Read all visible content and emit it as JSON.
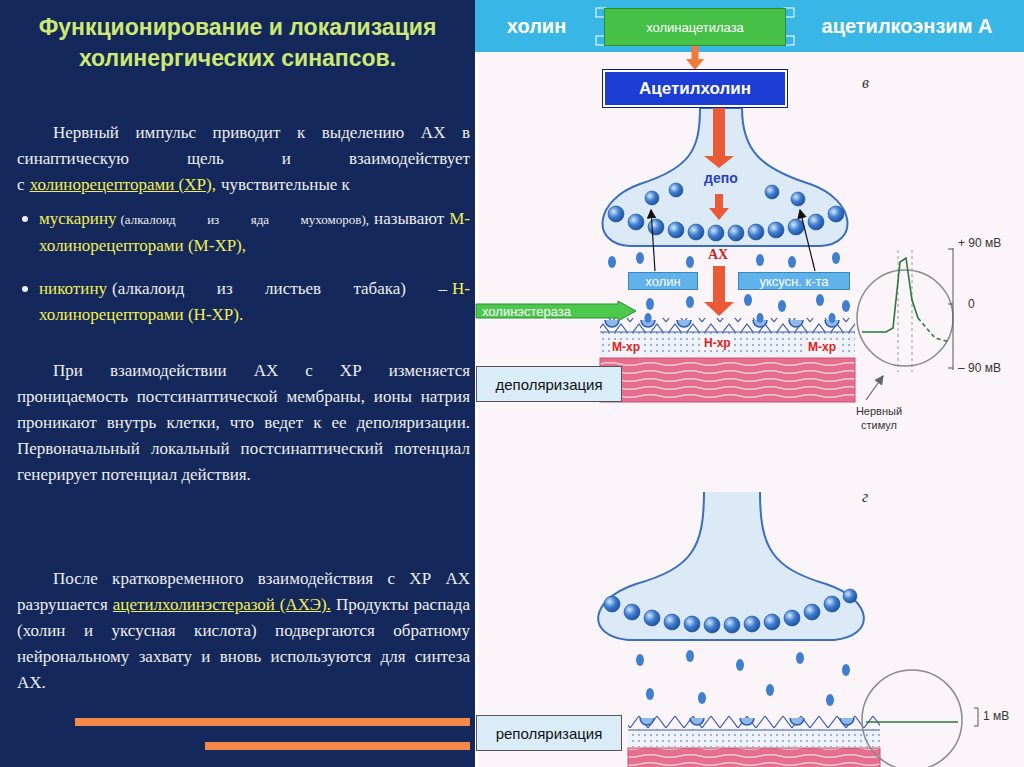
{
  "diagram": {
    "title": "Функционирование и локализация холинергических синапсов.",
    "nodes": [
      {
        "text": [
          "холин"
        ]
      },
      {
        "text": [
          "холинацетилаза"
        ]
      },
      {
        "text": [
          "ацетилкоэнзим А"
        ]
      },
      {
        "text": [
          "Ацетилхолин"
        ]
      },
      {
        "text": [
          "холин"
        ]
      },
      {
        "text": [
          "уксусн. к-та"
        ]
      },
      {
        "text": [
          "холинэстераза"
        ]
      },
      {
        "text": [
          "деполяризация"
        ]
      },
      {
        "text": [
          "реполяризация"
        ]
      }
    ],
    "edges": [
      {
        "from": 1,
        "to": 3,
        "arrow": "to"
      }
    ],
    "labels": [
      "Нервный импульс приводит к выделению АХ в синаптическую щель и взаимодействует с",
      "холинорецепторами (ХР),",
      "чувствительные к",
      "мускарину",
      "(алкалоид из яда мухоморов),",
      "называют",
      "М-холинорецепторами (М-ХР),",
      "никотину",
      "(алкалоид из листьев табака) –",
      "Н-холинорецепторами (Н-ХР).",
      "При взаимодействии АХ с ХР изменяется проницаемость постсинаптической мембраны, ионы натрия проникают внутрь клетки, что ведет к ее деполяризации. Первоначальный локальный постсинаптический потенциал генерирует потенциал действия.",
      "После кратковременного взаимодействия с ХР АХ разрушается",
      "ацетилхолинэстеразой (АХЭ).",
      "Продукты распада (холин и уксусная кислота) подвергаются обратному нейрональному захвату и вновь используются для синтеза АХ.",
      "в",
      "депо",
      "АХ",
      "М-хр",
      "Н-хр",
      "М-хр",
      "+ 90 мВ",
      "0",
      "– 90 мВ",
      "Нервный стимул",
      "г",
      "1 мВ"
    ]
  }
}
